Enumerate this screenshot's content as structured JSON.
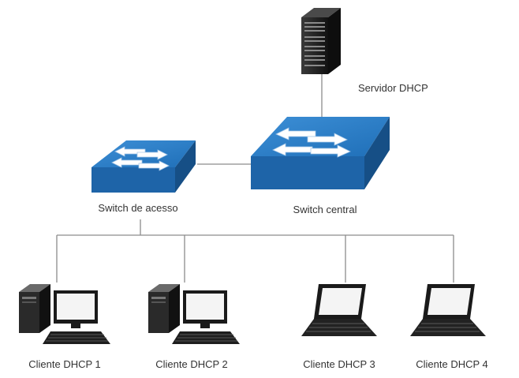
{
  "nodes": {
    "server": {
      "label": "Servidor DHCP",
      "icon": "server-tower-icon"
    },
    "core_switch": {
      "label": "Switch central",
      "icon": "network-switch-icon"
    },
    "access_switch": {
      "label": "Switch de acesso",
      "icon": "network-switch-icon"
    },
    "clients": [
      {
        "label": "Cliente DHCP 1",
        "icon": "desktop-computer-icon"
      },
      {
        "label": "Cliente DHCP 2",
        "icon": "desktop-computer-icon"
      },
      {
        "label": "Cliente DHCP 3",
        "icon": "laptop-icon"
      },
      {
        "label": "Cliente DHCP 4",
        "icon": "laptop-icon"
      }
    ]
  },
  "colors": {
    "switch_top": "#2f7fc6",
    "switch_side": "#1a5a99",
    "link_line": "#8c8c8c",
    "device_dark": "#1c1c1c",
    "label_text": "#333333"
  }
}
